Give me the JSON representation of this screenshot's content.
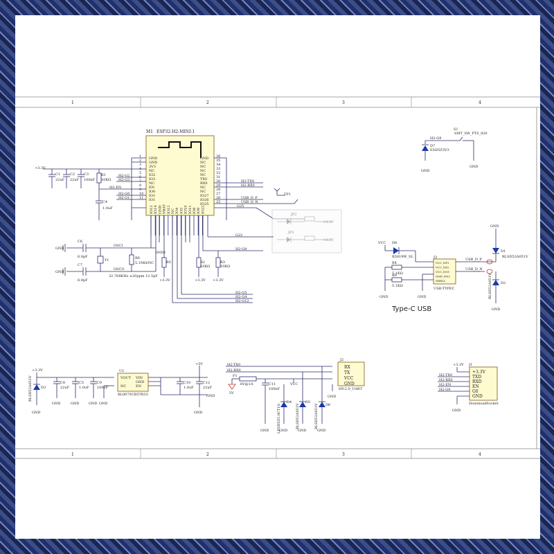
{
  "frame": {
    "col_labels": [
      "1",
      "2",
      "3",
      "4"
    ]
  },
  "module": {
    "ref": "M1",
    "name": "ESP32-H2-MINI-1",
    "left_pins": [
      {
        "name": "GND",
        "num": "1"
      },
      {
        "name": "GND",
        "num": "2"
      },
      {
        "name": "3V3",
        "num": "3"
      },
      {
        "name": "NC",
        "num": "4"
      },
      {
        "name": "IO2",
        "num": "5"
      },
      {
        "name": "IO3",
        "num": "6"
      },
      {
        "name": "NC",
        "num": "7"
      },
      {
        "name": "EN",
        "num": "8"
      },
      {
        "name": "IO0",
        "num": "9"
      },
      {
        "name": "IO1",
        "num": "10"
      },
      {
        "name": "IO1",
        "num": "11"
      }
    ],
    "right_pins": [
      {
        "name": "GND",
        "num": "36"
      },
      {
        "name": "NC",
        "num": "35"
      },
      {
        "name": "NC",
        "num": "34"
      },
      {
        "name": "NC",
        "num": "33"
      },
      {
        "name": "NC",
        "num": "32"
      },
      {
        "name": "TX0",
        "num": "31"
      },
      {
        "name": "RX0",
        "num": "30"
      },
      {
        "name": "NC",
        "num": "29"
      },
      {
        "name": "NC",
        "num": "28"
      },
      {
        "name": "IO27",
        "num": "27"
      },
      {
        "name": "IO26",
        "num": "26"
      },
      {
        "name": "IO25",
        "num": "25"
      }
    ],
    "bottom_pins": [
      "IO13",
      "IO14",
      "GND",
      "VBAT",
      "IO12",
      "NC",
      "IO4",
      "IO5",
      "IO10",
      "IO11",
      "IO8",
      "IO9",
      "IO22"
    ]
  },
  "nets": {
    "v33": "+3.3V",
    "v5": "+5V",
    "vcc": "VCC",
    "h2_g2": "H2-G2",
    "h2_g3": "H2-G3",
    "h2_en": "H2-EN",
    "h2_g0": "H2-G0",
    "h2_g1": "H2-G1",
    "h2_tx0": "H2-TX0",
    "h2_rx0": "H2-RX0",
    "usb_dp": "USB_D_P",
    "usb_dn": "USB_D_N",
    "g25": "G25",
    "g22": "G22",
    "h2_g9": "H2-G9",
    "h2_g5": "H2-G5",
    "h2_g4": "H2-G4",
    "h2_g12": "H2-G12",
    "osci": "OSCI",
    "osco": "OSCO",
    "gnd": "GND"
  },
  "parts": {
    "c1": "C1",
    "c1v": "22uF",
    "c2": "C2",
    "c2v": "22uF",
    "c3": "C3",
    "c3v": "100nF",
    "r1": "R1",
    "r1v": "10KΩ",
    "c4": "C4",
    "c4v": "1.0uF",
    "c6": "C6",
    "c6v": "6.0pF",
    "c7": "C7",
    "c7v": "6.0pF",
    "r6": "R6",
    "r6v": "5.1MΩ/NC",
    "y1": "Y1",
    "y1v": "32.768KHz ±20ppm 12.5pF",
    "r5": "R5",
    "r2": "R2",
    "r2v": "10KΩ",
    "r3": "R3",
    "r3v": "10KΩ",
    "gnd1": "GND1",
    "tp1": "TP1",
    "jp2": "JP2",
    "jp3": "JP3",
    "s1": "S1",
    "s1v": "SMT_SW_PTS_820",
    "d7": "D7",
    "d7v": "ESD5Z3V3",
    "d8": "D8",
    "d8v": "B5819W_SL",
    "r4": "R4",
    "r4v": "5.1KΩ",
    "r9": "R9",
    "r9v": "5.1KΩ",
    "j3": "J3",
    "j3v": "USB-TYPEC",
    "d1": "D1",
    "d1v": "RLSD52A051V",
    "d2": "D2",
    "d2v": "RLSD52A051V",
    "u1": "U1",
    "u1v": "BL8075CB5TR33",
    "d3": "D3",
    "d3v": "RLSD52A051V",
    "c8": "C8",
    "c8v": "22uF",
    "c5": "C5",
    "c5v": "1.0uF",
    "c9": "C9",
    "c9v": "100nF",
    "c10": "C10",
    "c10v": "1.0uF",
    "c12": "C12",
    "c12v": "22uF",
    "f1": "F1",
    "f1v": "6V@1A",
    "c11": "C11",
    "c11v": "100nF",
    "d4": "D4",
    "d4v": "LESD5Z5.0CT1G",
    "d5": "D5",
    "d5v": "RLSD52A051V",
    "d6": "D6",
    "d6v": "RLSD52A051V",
    "j2": "J2",
    "j2v": "HY-2.0_UART",
    "j1": "J1",
    "j1v": "DownloadSocket",
    "v5label": "5V"
  },
  "j3_pins": [
    "VCC_DP1",
    "VCC_DP2",
    "VCC_DN1",
    "GND_DN2",
    "SHELL"
  ],
  "u1_pins": {
    "left": [
      "VOUT",
      "NC"
    ],
    "right": [
      "VIN",
      "GND",
      "EN"
    ]
  },
  "j2_pins": [
    "RX",
    "TX",
    "VCC",
    "GND"
  ],
  "j1_pins": [
    "+3.3V",
    "TXD",
    "RXD",
    "EN",
    "G0",
    "GND"
  ],
  "j1_nets": [
    "H2-TX0",
    "H2-RX0",
    "H2-EN",
    "H2-G9"
  ],
  "typec_label": "Type-C USB"
}
